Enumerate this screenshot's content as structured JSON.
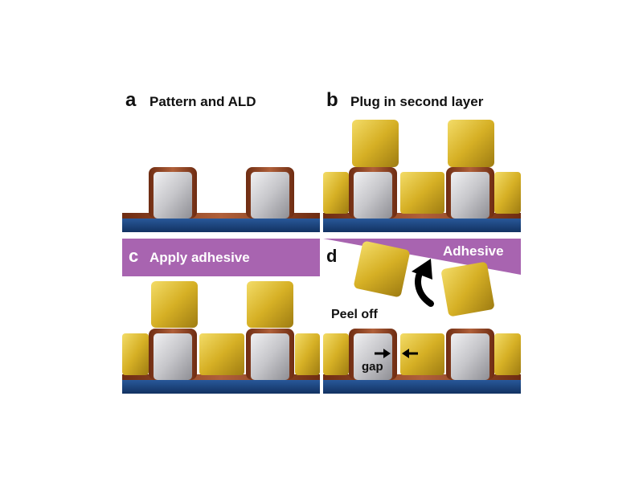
{
  "panels": {
    "a": {
      "letter": "a",
      "title": "Pattern and ALD"
    },
    "b": {
      "letter": "b",
      "title": "Plug in second layer"
    },
    "c": {
      "letter": "c",
      "title": "Apply adhesive"
    },
    "d": {
      "letter": "d",
      "adhesive": "Adhesive",
      "peel": "Peel off",
      "gap": "gap"
    }
  },
  "colors": {
    "gold": "#d9b52a",
    "silver": "#c9c9cc",
    "copper_shell": "#9a4a24",
    "substrate": "#1c4480",
    "adhesive": "#a864b0"
  }
}
